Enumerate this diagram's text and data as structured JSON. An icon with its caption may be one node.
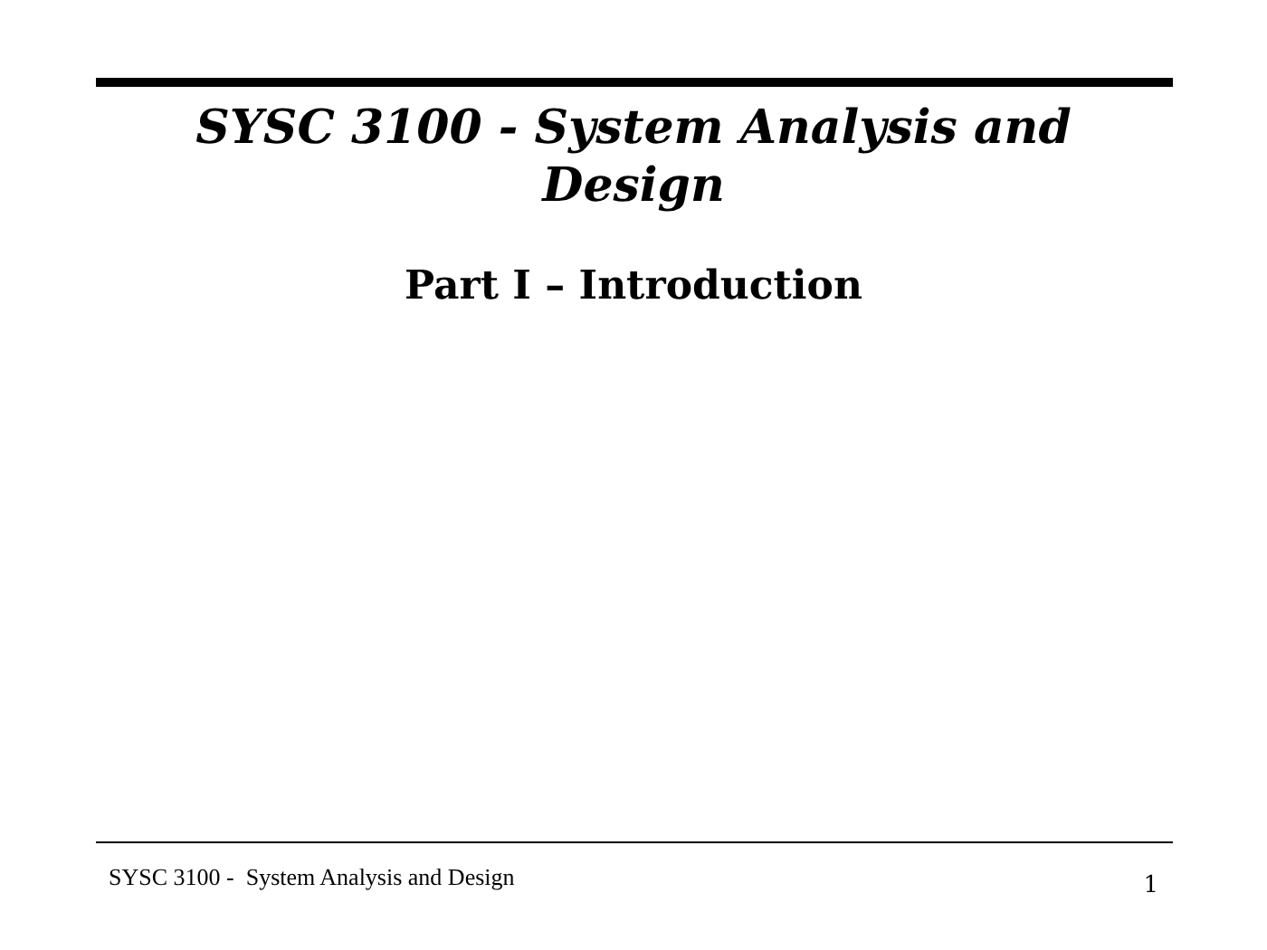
{
  "diagram": {
    "title": "SYSC 3100 - System Analysis and Design",
    "labels": [
      "Part I – Introduction",
      "SYSC 3100 -  System Analysis and Design",
      "1"
    ]
  }
}
